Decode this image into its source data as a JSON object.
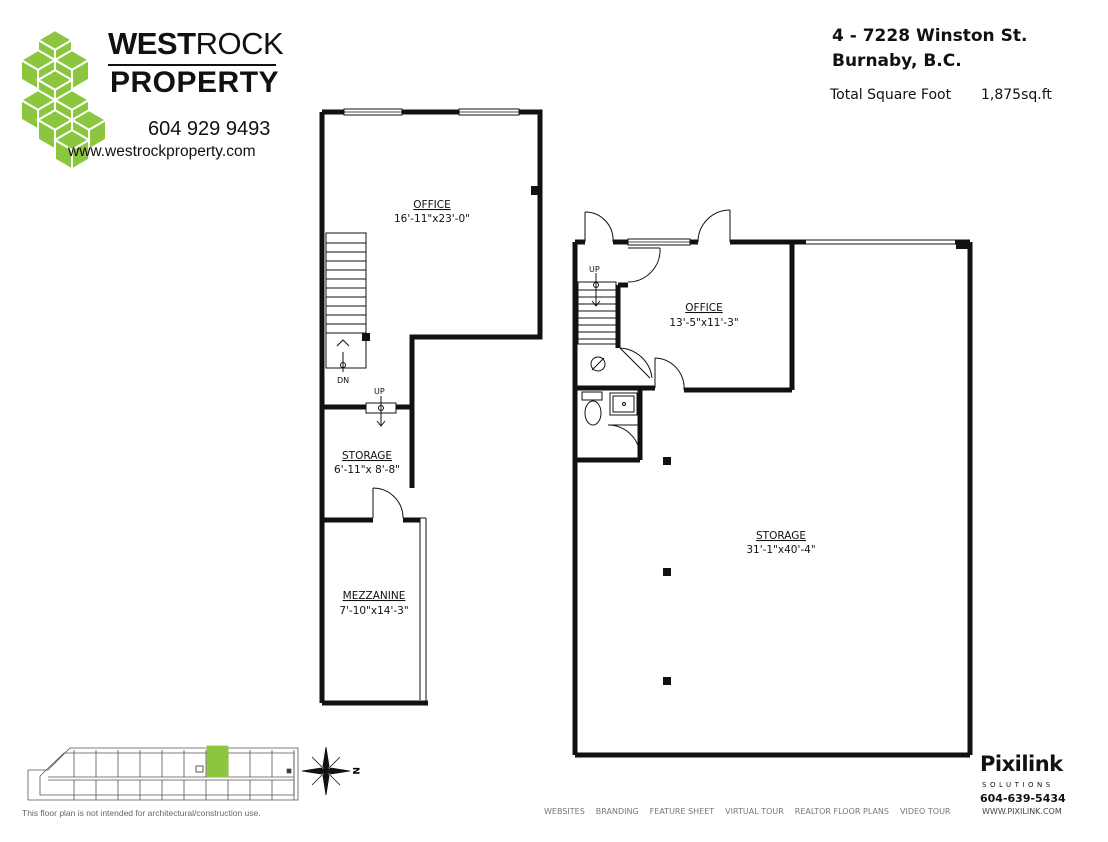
{
  "brand": {
    "name_bold": "WEST",
    "name_light": "ROCK",
    "name_line2": "PROPERTY",
    "phone": "604 929 9493",
    "website": "www.westrockproperty.com",
    "logo_color": "#8cc63f"
  },
  "listing": {
    "address_line1": "4 - 7228 Winston St.",
    "address_line2": "Burnaby, B.C.",
    "total_label": "Total Square Foot",
    "total_value": "1,875sq.ft"
  },
  "rooms": {
    "upper_office": {
      "name": "OFFICE",
      "dims": "16'-11\"x23'-0\""
    },
    "storage_small": {
      "name": "STORAGE",
      "dims": "6'-11\"x 8'-8\""
    },
    "mezzanine": {
      "name": "MEZZANINE",
      "dims": "7'-10\"x14'-3\""
    },
    "main_office": {
      "name": "OFFICE",
      "dims": "13'-5\"x11'-3\""
    },
    "storage_large": {
      "name": "STORAGE",
      "dims": "31'-1\"x40'-4\""
    }
  },
  "stair_labels": {
    "dn": "DN",
    "up_upper": "UP",
    "up_main": "UP"
  },
  "compass": {
    "north": "N"
  },
  "site_map": {
    "highlight_color": "#8cc63f"
  },
  "disclaimer": "This floor plan is not intended for architectural/construction use.",
  "pixilink": {
    "logo": "Pixilink",
    "sub": "SOLUTIONS",
    "phone": "604-639-5434",
    "website": "WWW.PIXILINK.COM",
    "services": [
      "WEBSITES",
      "BRANDING",
      "FEATURE SHEET",
      "VIRTUAL TOUR",
      "REALTOR FLOOR PLANS",
      "VIDEO TOUR"
    ]
  }
}
